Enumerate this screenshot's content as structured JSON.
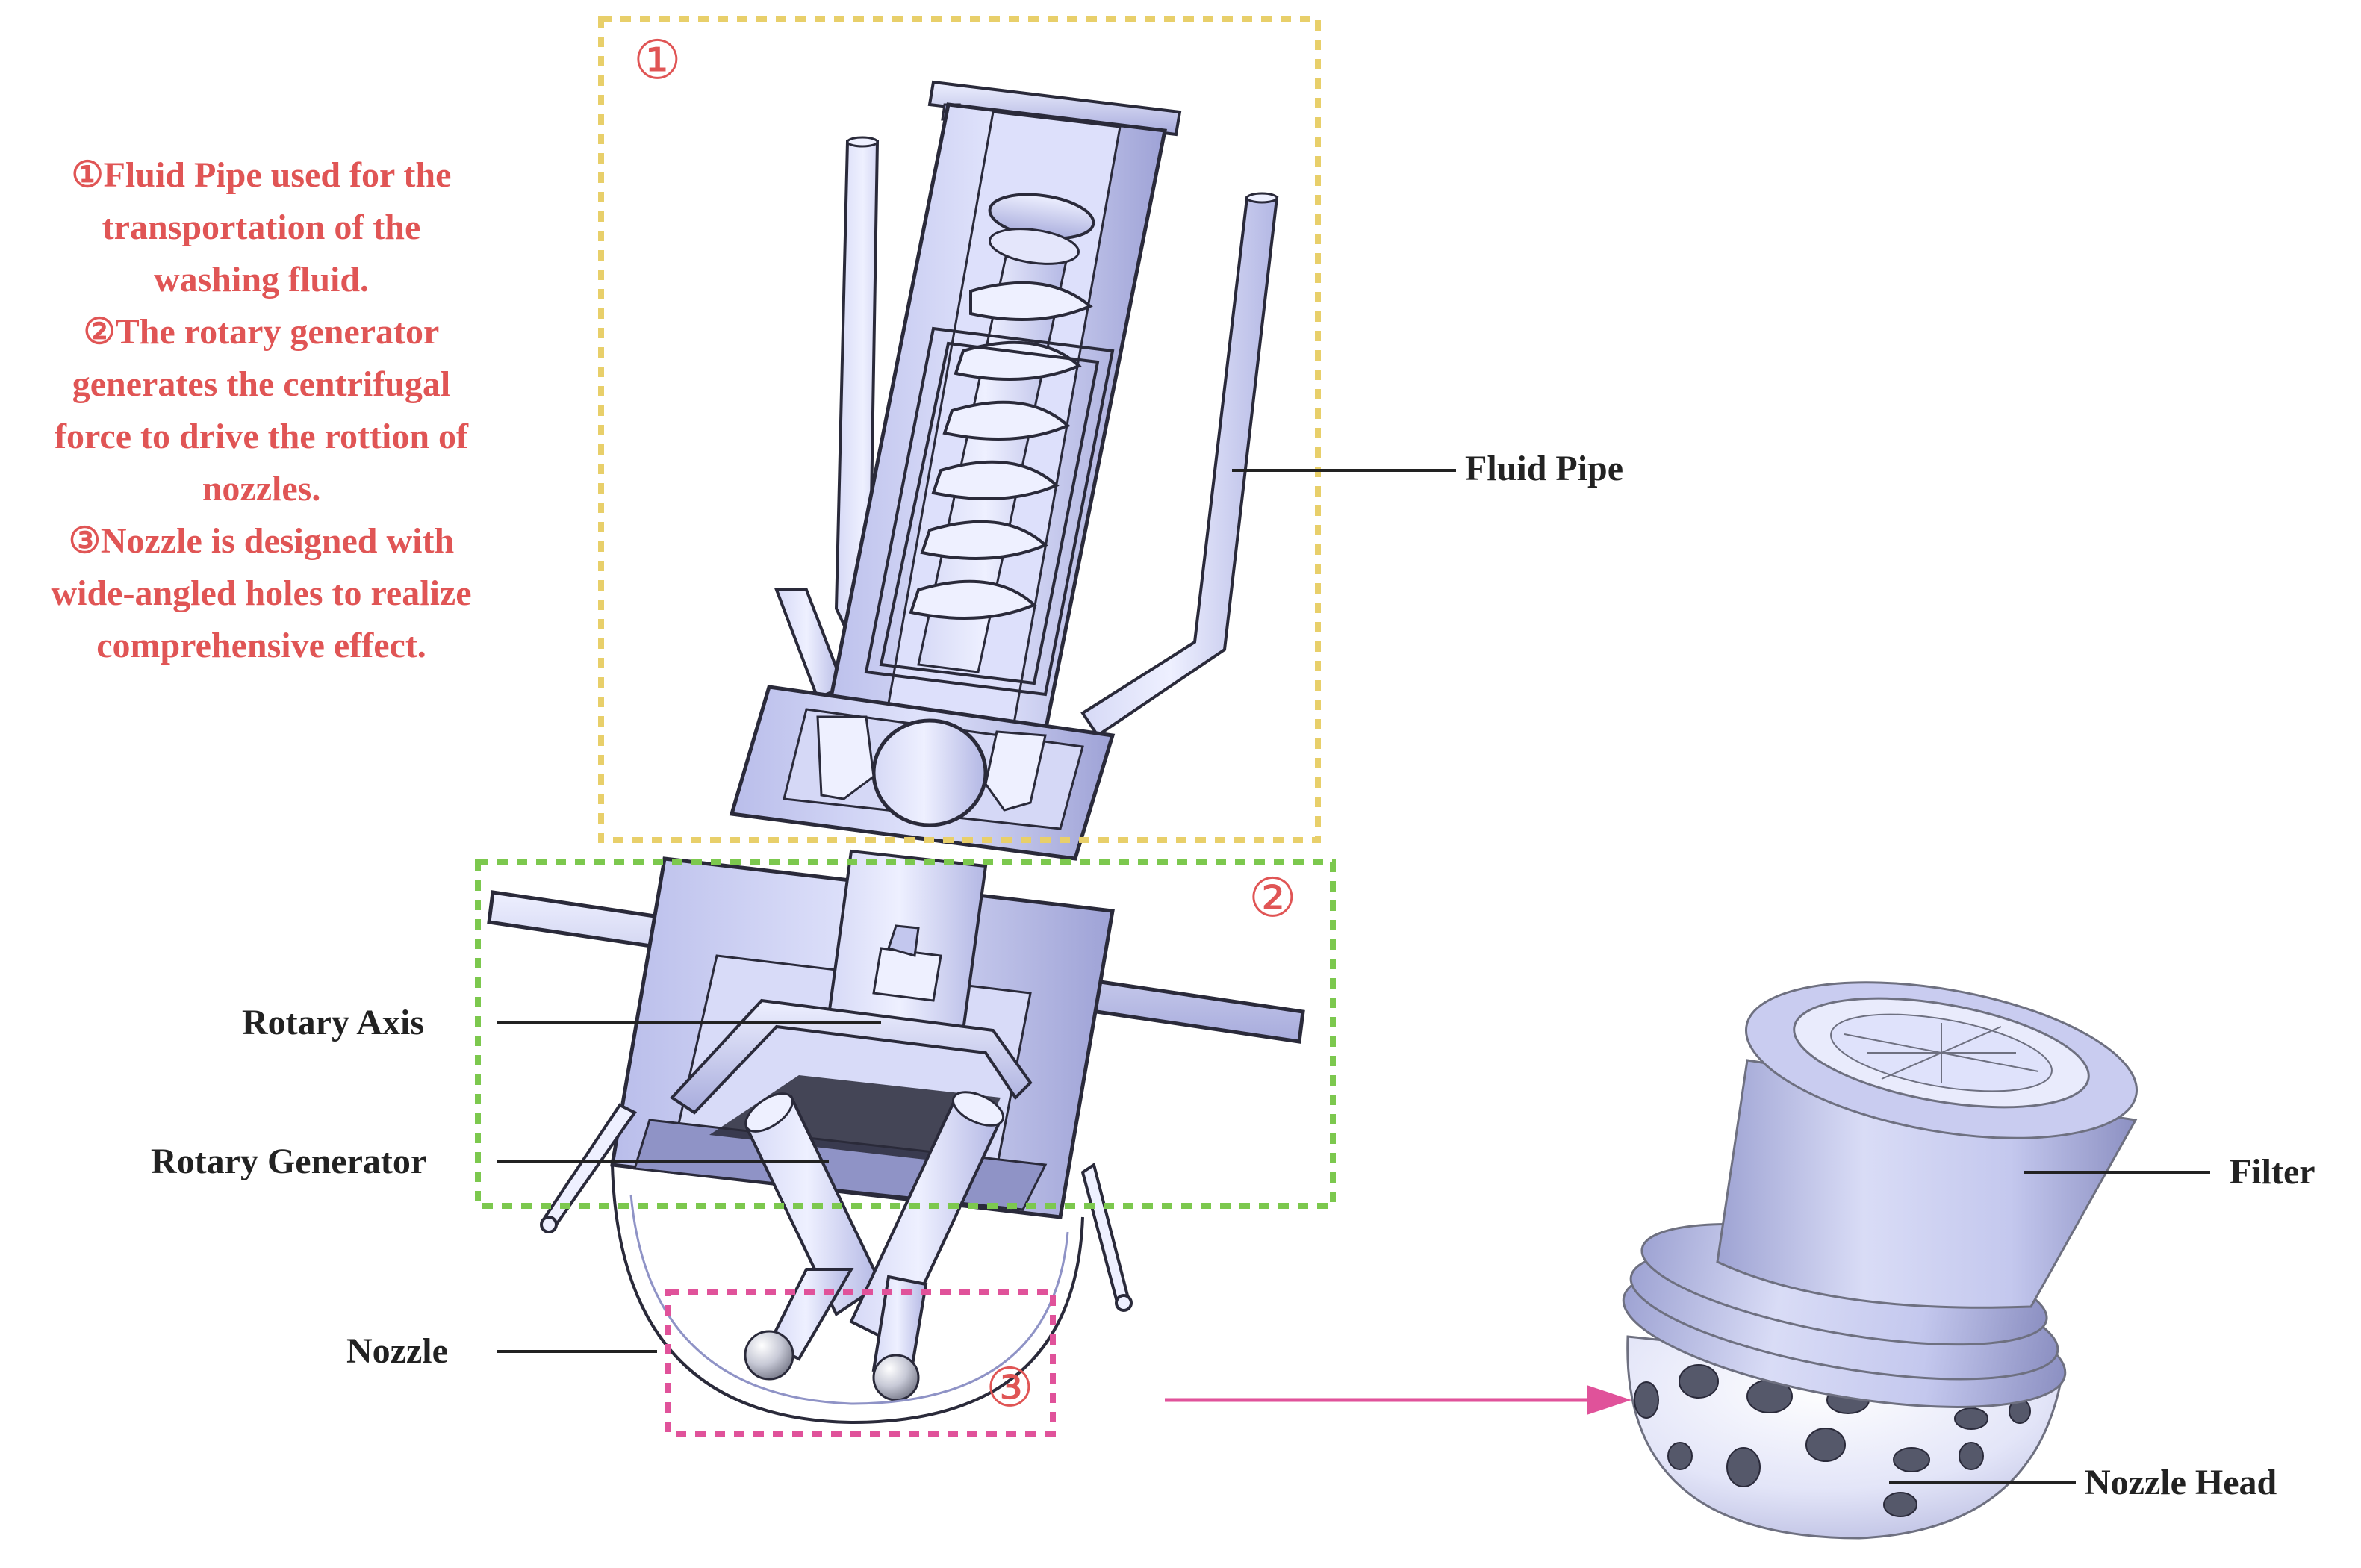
{
  "colors": {
    "accent_red": "#e05555",
    "box1": "#e8cf6a",
    "box2": "#7cc84e",
    "box3": "#e0529a",
    "arrow": "#e0529a",
    "label": "#222222",
    "metal_light": "#e4e6fb",
    "metal_mid": "#c3c7ee",
    "metal_dark": "#8f93c6",
    "outline": "#2a2a3a"
  },
  "description": {
    "lines": [
      "①Fluid Pipe used for the",
      "transportation of the",
      "washing fluid.",
      "②The rotary generator",
      "generates the centrifugal",
      "force to drive the rottion of",
      "nozzles.",
      "③Nozzle is designed with",
      "wide-angled holes to realize",
      "comprehensive effect."
    ]
  },
  "regions": {
    "one": "①",
    "two": "②",
    "three": "③"
  },
  "labels": {
    "fluid_pipe": "Fluid Pipe",
    "rotary_axis": "Rotary Axis",
    "rotary_generator": "Rotary Generator",
    "nozzle": "Nozzle",
    "filter": "Filter",
    "nozzle_head": "Nozzle Head"
  },
  "icons": {
    "arrow": "right-arrow-icon"
  }
}
